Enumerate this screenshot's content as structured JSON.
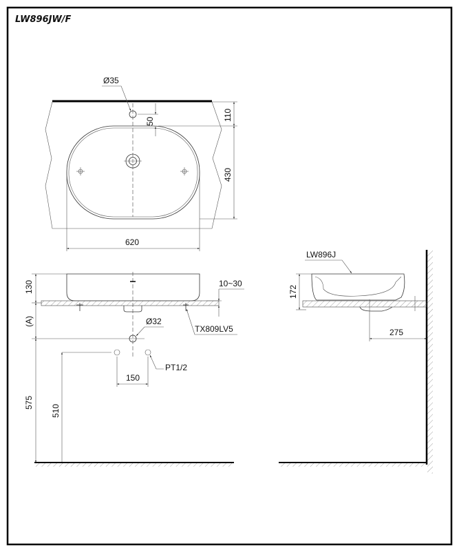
{
  "title": "LW896JW/F",
  "top_view": {
    "faucet_hole": "Ø35",
    "dim_faucet_offset": "50",
    "dim_counter_edge": "110",
    "dim_depth": "430",
    "dim_width": "620"
  },
  "front_view": {
    "dim_height": "130",
    "dim_a": "(A)",
    "dim_counter_thickness": "10~30",
    "drain_label": "Ø32",
    "fitting_label": "TX809LV5",
    "supply_label": "PT1/2",
    "dim_supply_spacing": "150",
    "dim_575": "575",
    "dim_510": "510"
  },
  "side_view": {
    "model_label": "LW896J",
    "dim_height": "172",
    "dim_wall": "275"
  }
}
